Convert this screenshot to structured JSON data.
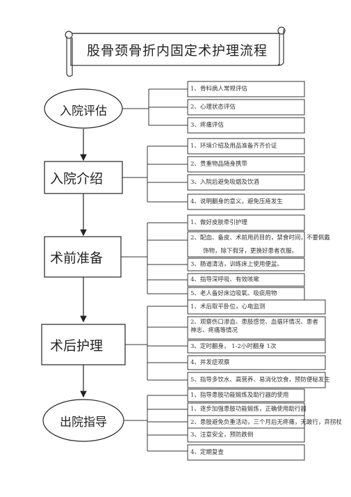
{
  "title": "股骨颈骨折内固定术护理流程",
  "steps": [
    {
      "label": "入院评估",
      "items": [
        "1、骨科病人常规评估",
        "2、心理状态评估",
        "3、疼痛评估"
      ]
    },
    {
      "label": "入院介绍",
      "items": [
        "1、环境介绍及用品准备齐齐价证",
        "2、贵重物品随身携带",
        "3、入院后避免吸烟及饮酒",
        "4、说明翻身的意义，避免压疮发生"
      ]
    },
    {
      "label": "术前准备",
      "items": [
        "1、做好皮肤牵引护理",
        "2、配血、备皮、术前用药目的，禁食时间，不要佩戴",
        "饰物，除下假牙，更换好患者衣服。",
        "3、肠道清洁，训练床上使用便盆。",
        "4、指导深呼吸、有效咳嗽",
        "5、老人备好床边吸氧、吸痰用物"
      ]
    },
    {
      "label": "术后护理",
      "items": [
        "1、术后取平卧位，心电监测",
        "2、观察伤口渗血、患肢感觉、血循环情况、患者神志、疼痛等情况",
        "3、定时翻身，  1-2小时翻身 1次",
        "4、并发症观察",
        "5、指导多饮水、高营养、易消化饮食，预防便秘发生"
      ]
    },
    {
      "label": "出院指导",
      "items": [
        "1、指导患肢功能锻炼及助行器的使用",
        "1、逐步加强患肢功能锻炼，正确使用助行器",
        "2、患肢避免负重活动，三个月后无疼痛，无跛行，弃拐杖",
        "3、注意安全，预防跌倒",
        "4、定期复查"
      ]
    }
  ]
}
